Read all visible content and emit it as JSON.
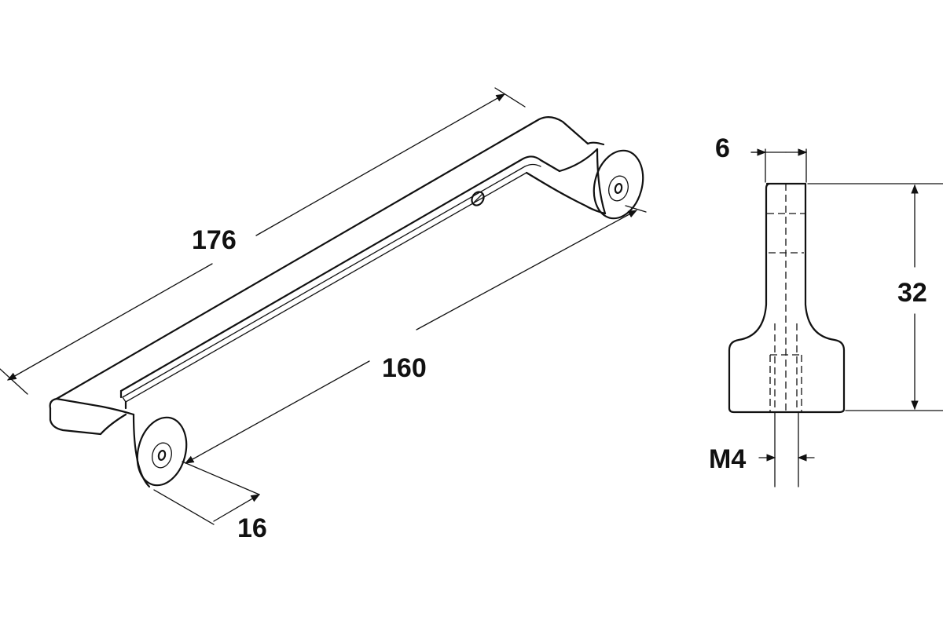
{
  "dimensions": {
    "overall_length": "176",
    "hole_spacing": "160",
    "base_diameter": "16",
    "profile_width": "6",
    "height": "32",
    "thread": "M4"
  },
  "colors": {
    "line": "#111111",
    "background": "#ffffff"
  }
}
